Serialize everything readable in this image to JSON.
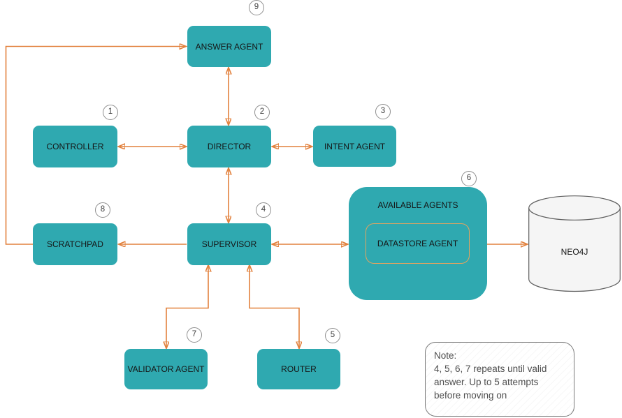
{
  "nodes": {
    "answer_agent": {
      "label": "ANSWER AGENT",
      "number": "9"
    },
    "controller": {
      "label": "CONTROLLER",
      "number": "1"
    },
    "director": {
      "label": "DIRECTOR",
      "number": "2"
    },
    "intent_agent": {
      "label": "INTENT AGENT",
      "number": "3"
    },
    "scratchpad": {
      "label": "SCRATCHPAD",
      "number": "8"
    },
    "supervisor": {
      "label": "SUPERVISOR",
      "number": "4"
    },
    "available_agents": {
      "label": "AVAILABLE AGENTS",
      "number": "6"
    },
    "datastore_agent": {
      "label": "DATASTORE AGENT"
    },
    "neo4j": {
      "label": "NEO4J"
    },
    "validator_agent": {
      "label": "VALIDATOR AGENT",
      "number": "7"
    },
    "router": {
      "label": "ROUTER",
      "number": "5"
    }
  },
  "note": {
    "title": "Note:",
    "body": "4, 5, 6, 7 repeats until valid answer. Up to 5 attempts before moving on"
  },
  "colors": {
    "node_fill": "#2FA9B0",
    "arrow": "#E2813D",
    "datastore_border": "#E3A45F",
    "cylinder_fill": "#F5F5F5",
    "cylinder_stroke": "#5F5F5F",
    "badge_border": "#8F8F8F",
    "note_border": "#7A7A7A",
    "note_text": "#4E4E4E",
    "label_text": "#151515"
  }
}
